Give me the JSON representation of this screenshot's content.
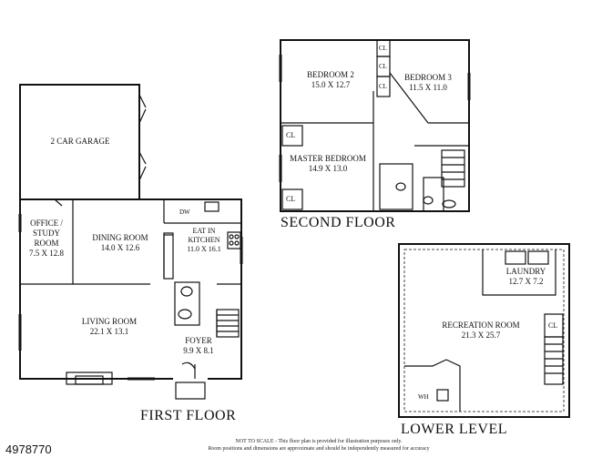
{
  "first_floor": {
    "title": "FIRST FLOOR",
    "rooms": {
      "garage": {
        "name": "2 CAR GARAGE",
        "dims": ""
      },
      "office": {
        "name": "OFFICE / STUDY ROOM",
        "line1": "OFFICE /",
        "line2": "STUDY",
        "line3": "ROOM",
        "dims": "7.5 X 12.8"
      },
      "dining": {
        "name": "DINING ROOM",
        "dims": "14.0 X 12.6"
      },
      "kitchen": {
        "line1": "EAT IN",
        "line2": "KITCHEN",
        "dims": "11.0 X 16.1"
      },
      "living": {
        "name": "LIVING ROOM",
        "dims": "22.1 X 13.1"
      },
      "foyer": {
        "name": "FOYER",
        "dims": "9.9 X 8.1"
      }
    },
    "dw": "DW"
  },
  "second_floor": {
    "title": "SECOND FLOOR",
    "rooms": {
      "bedroom2": {
        "name": "BEDROOM 2",
        "dims": "15.0 X 12.7"
      },
      "bedroom3": {
        "name": "BEDROOM 3",
        "dims": "11.5 X 11.0"
      },
      "master": {
        "name": "MASTER BEDROOM",
        "dims": "14.9 X 13.0"
      }
    },
    "closet": "CL"
  },
  "lower_level": {
    "title": "LOWER LEVEL",
    "rooms": {
      "laundry": {
        "name": "LAUNDRY",
        "dims": "12.7 X 7.2"
      },
      "recreation": {
        "name": "RECREATION ROOM",
        "dims": "21.3 X 25.7"
      }
    },
    "closet": "CL",
    "wh": "WH"
  },
  "listing_id": "4978770",
  "disclaimer": {
    "line1": "NOT TO SCALE - This floor plan is provided for illustration purposes only.",
    "line2": "Room positions and dimensions are approximate and should be independently measured for accuracy"
  }
}
